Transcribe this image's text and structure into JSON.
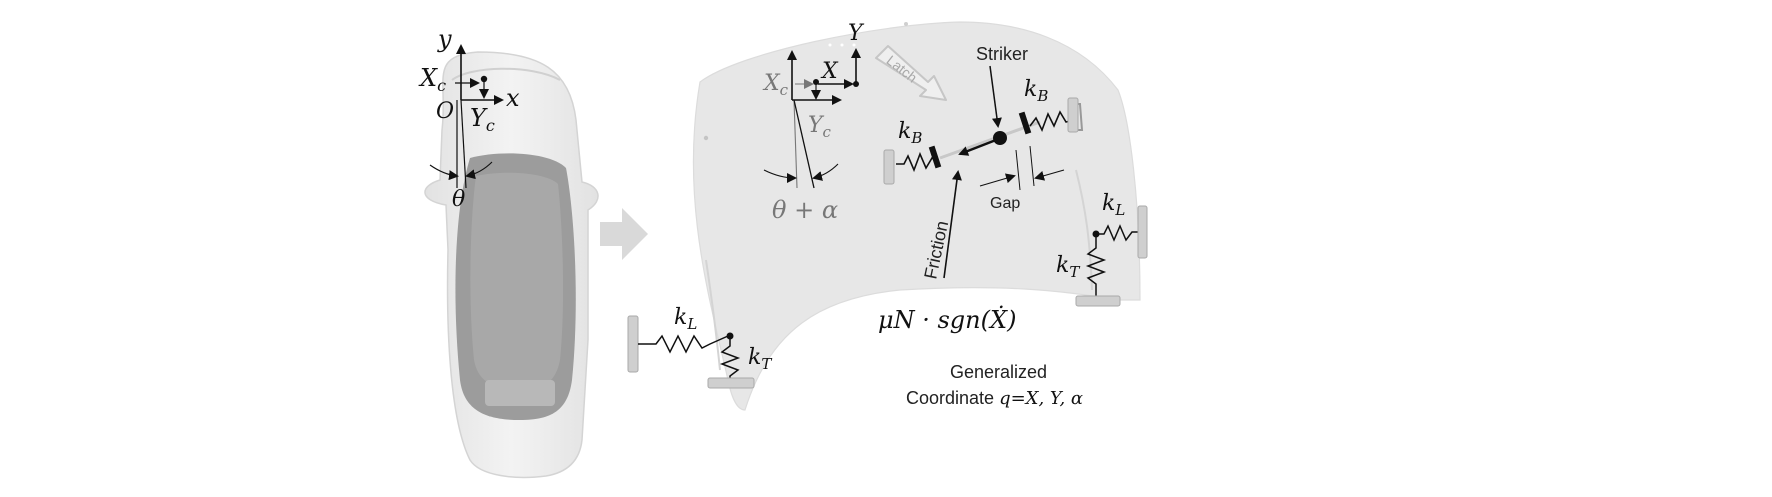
{
  "left_panel": {
    "axis_y": "y",
    "axis_x": "x",
    "label_xc": "X",
    "label_xc_sub": "c",
    "label_yc": "Y",
    "label_yc_sub": "c",
    "origin": "O",
    "angle": "θ"
  },
  "right_panel": {
    "axis_Y": "Y",
    "axis_X": "X",
    "label_xc": "X",
    "label_xc_sub": "c",
    "label_yc": "Y",
    "label_yc_sub": "c",
    "angle": "θ + α",
    "latch": "Latch",
    "striker": "Striker",
    "gap": "Gap",
    "friction": "Friction",
    "friction_formula": "μN · sgn(Ẋ)",
    "spring_kB_main": "k",
    "spring_kB_sub": "B",
    "spring_kL_main": "k",
    "spring_kL_sub": "L",
    "spring_kT_main": "k",
    "spring_kT_sub": "T",
    "generalized_line1": "Generalized",
    "generalized_line2_prefix": "Coordinate ",
    "generalized_line2_math": "q=X, Y, α"
  },
  "colors": {
    "car_body": "#e9e9e9",
    "car_glass": "#9a9a9a",
    "hood": "#e6e6e6",
    "arrow": "#d9d9d9",
    "mount": "#bdbdbd"
  }
}
